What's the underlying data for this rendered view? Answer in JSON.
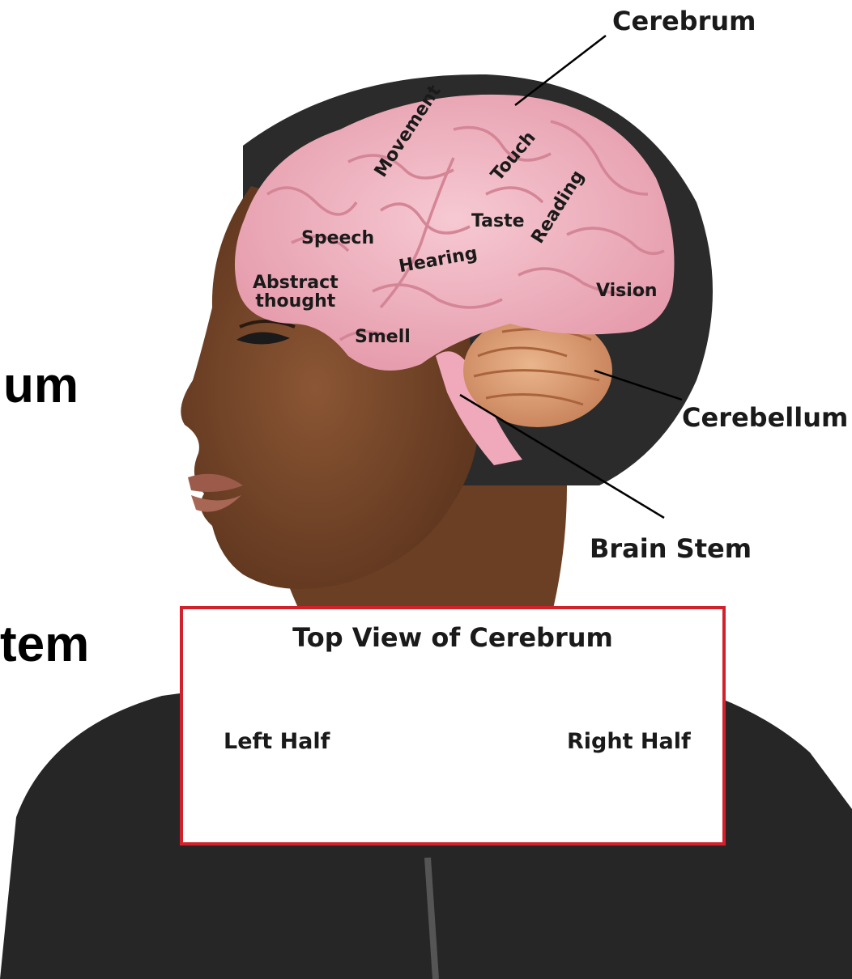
{
  "cut_off_labels": [
    "um",
    "tem"
  ],
  "callouts": {
    "cerebrum": "Cerebrum",
    "cerebellum": "Cerebellum",
    "brain_stem": "Brain Stem"
  },
  "regions": {
    "movement": "Movement",
    "touch": "Touch",
    "reading": "Reading",
    "taste": "Taste",
    "speech": "Speech",
    "hearing": "Hearing",
    "abstract_thought": "Abstract\nthought",
    "smell": "Smell",
    "vision": "Vision"
  },
  "inset": {
    "title": "Top View of Cerebrum",
    "left_half": "Left Half",
    "right_half": "Right Half"
  },
  "colors": {
    "brain": "#f1b6c2",
    "cerebellum": "#d99a6c",
    "skin": "#7a4a2c",
    "hair": "#2a2a2a",
    "inset_border": "#d3212b"
  }
}
